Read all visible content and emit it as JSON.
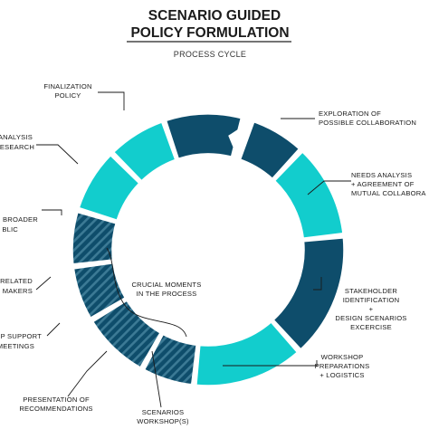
{
  "title": {
    "line1": "SCENARIO GUIDED",
    "line2": "POLICY FORMULATION"
  },
  "subtitle": "PROCESS CYCLE",
  "colors": {
    "dark": "#0e4d6b",
    "teal": "#12cdcd",
    "text": "#1a1a1a"
  },
  "labels": {
    "exploration": [
      "EXPLORATION OF",
      "POSSIBLE COLLABORATION"
    ],
    "needs": [
      "NEEDS ANALYSIS",
      "+ AGREEMENT OF",
      "MUTUAL COLLABORA"
    ],
    "stakeholder": [
      "STAKEHOLDER",
      "IDENTIFICATION",
      "+",
      "DESIGN SCENARIOS",
      "EXCERCISE"
    ],
    "workshop_prep": [
      "WORKSHOP",
      "PREPARATIONS",
      "+ LOGISTICS"
    ],
    "scenarios_workshop": [
      "SCENARIOS",
      "WORKSHOP(S)"
    ],
    "presentation": [
      "PRESENTATION  OF",
      "RECOMMENDATIONS"
    ],
    "follow_up": [
      "LOW  UP SUPPORT",
      "& MEETINGS"
    ],
    "related": [
      "RELATED",
      "MAKERS"
    ],
    "broader": [
      "BROADER",
      "BLIC"
    ],
    "analysis": [
      "ANALYSIS",
      "RESEARCH"
    ],
    "finalization": [
      "FINALIZATION",
      "POLICY"
    ],
    "crucial": [
      "CRUCIAL MOMENTS",
      "IN THE PROCESS"
    ]
  }
}
